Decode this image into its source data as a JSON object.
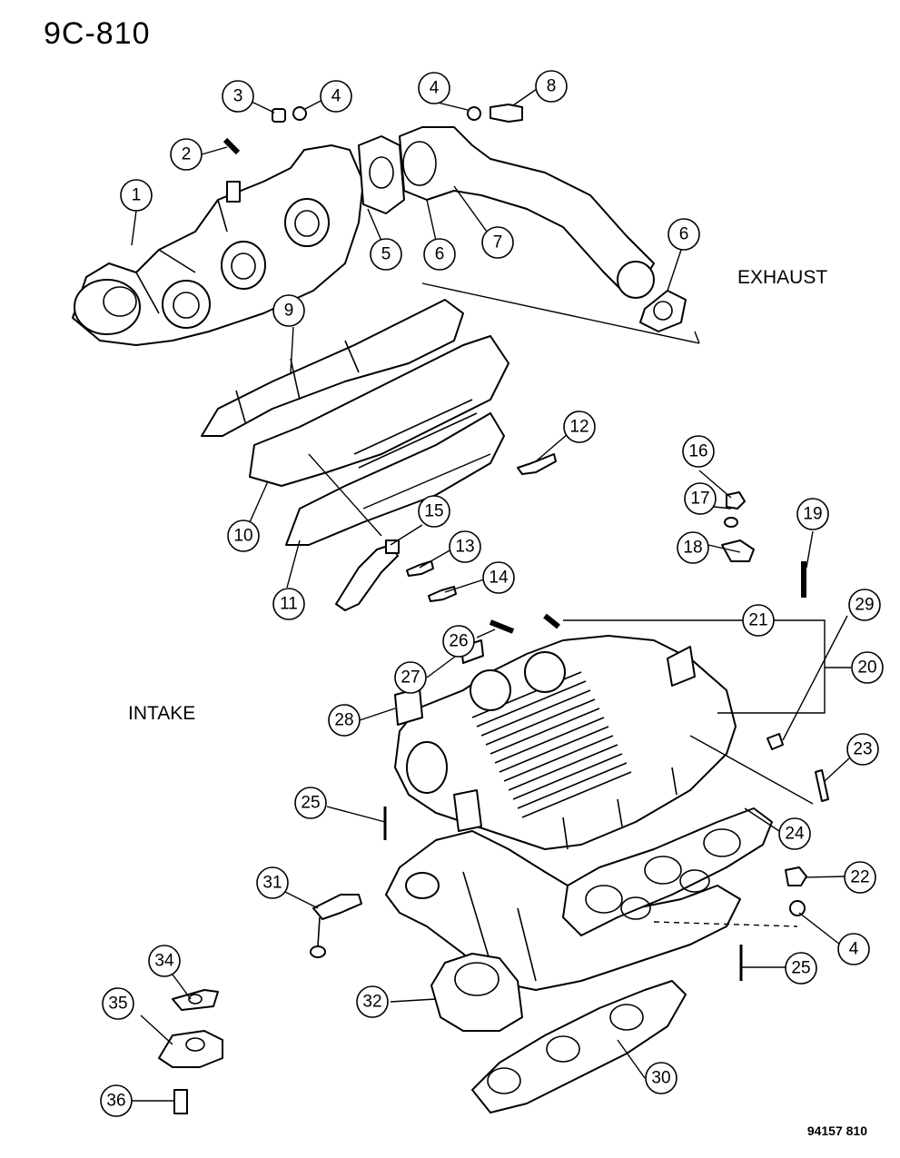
{
  "page_code": "9C-810",
  "labels": {
    "exhaust": "EXHAUST",
    "intake": "INTAKE"
  },
  "figure_number": "94157  810",
  "callouts": [
    "1",
    "2",
    "3",
    "4",
    "4",
    "8",
    "5",
    "6",
    "7",
    "6",
    "9",
    "12",
    "16",
    "17",
    "18",
    "19",
    "10",
    "15",
    "13",
    "14",
    "11",
    "21",
    "29",
    "20",
    "26",
    "27",
    "28",
    "23",
    "25",
    "24",
    "22",
    "31",
    "4",
    "25",
    "34",
    "32",
    "35",
    "30",
    "36"
  ]
}
